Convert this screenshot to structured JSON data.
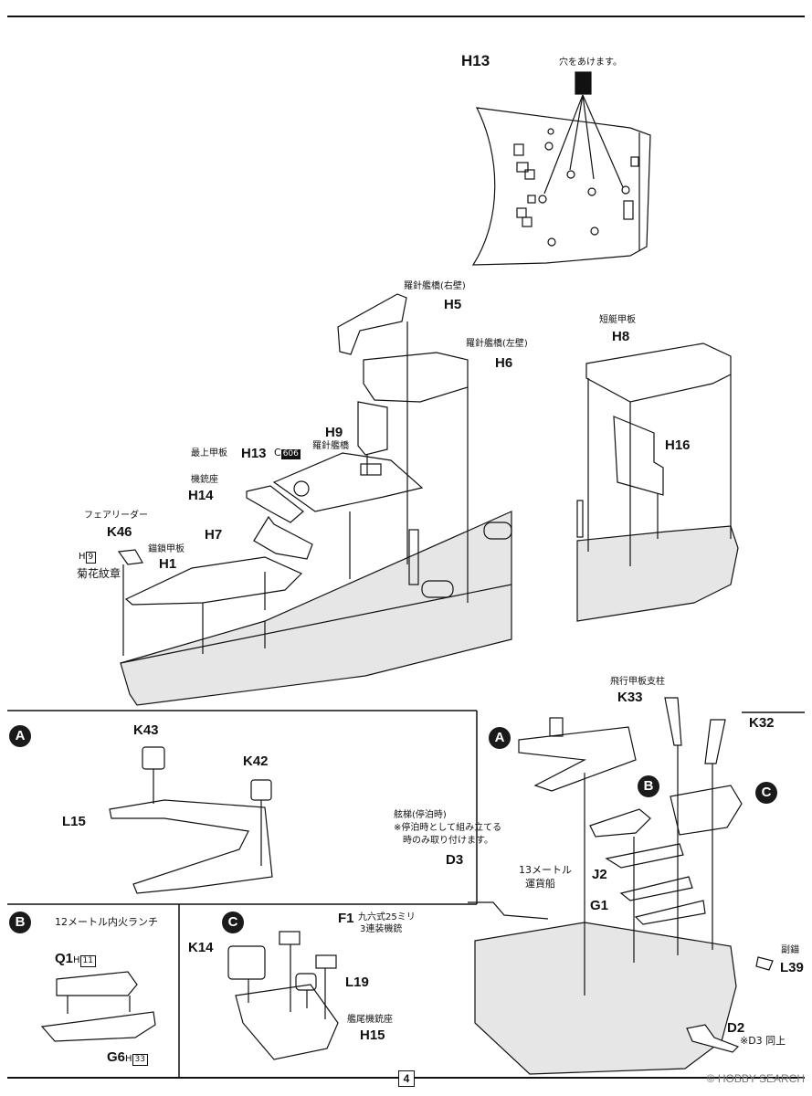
{
  "top_section": {
    "h13_title": "H13",
    "drill_note": "穴をあけます。",
    "h5": {
      "note": "羅針艦橋(右壁)",
      "part": "H5"
    },
    "h6": {
      "note": "羅針艦橋(左壁)",
      "part": "H6"
    },
    "h8": {
      "note": "短艇甲板",
      "part": "H8"
    },
    "h16": {
      "part": "H16"
    },
    "h9": {
      "part": "H9",
      "note": "羅針艦橋"
    },
    "h13": {
      "note": "最上甲板",
      "part": "H13",
      "ref_letter": "C",
      "ref_num": "606"
    },
    "h14": {
      "note": "機銃座",
      "part": "H14"
    },
    "h7": {
      "part": "H7"
    },
    "k46": {
      "note": "フェアリーダー",
      "part": "K46"
    },
    "h1": {
      "note": "錨鎖甲板",
      "part": "H1"
    },
    "chrysanthemum": {
      "ref_letter": "H",
      "ref_num": "9",
      "note": "菊花紋章"
    }
  },
  "panel_a": {
    "badge": "A",
    "k43": "K43",
    "k42": "K42",
    "l15": "L15"
  },
  "panel_b": {
    "badge": "B",
    "title": "12メートル内火ランチ",
    "q1": {
      "part": "Q1",
      "ref_letter": "H",
      "ref_num": "11"
    },
    "g6": {
      "part": "G6",
      "ref_letter": "H",
      "ref_num": "33"
    }
  },
  "panel_c": {
    "badge": "C",
    "f1": {
      "part": "F1",
      "note1": "九六式25ミリ",
      "note2": "3連装機銃"
    },
    "k14": "K14",
    "l19": "L19",
    "h15": {
      "note": "艦尾機銃座",
      "part": "H15"
    }
  },
  "right_section": {
    "badge_a": "A",
    "badge_b": "B",
    "badge_c": "C",
    "k33": {
      "note": "飛行甲板支柱",
      "part": "K33"
    },
    "k32": "K32",
    "d3": {
      "note1": "舷梯(停泊時)",
      "note2": "※停泊時として組み立てる",
      "note3": "時のみ取り付けます。",
      "part": "D3"
    },
    "boat": {
      "note1": "13メートル",
      "note2": "運貨船"
    },
    "j2": "J2",
    "g1": "G1",
    "l39": {
      "note": "副錨",
      "part": "L39"
    },
    "d2": {
      "part": "D2",
      "note": "※D3 同上"
    }
  },
  "footer": {
    "page_number": "4",
    "watermark": "© HOBBY SEARCH"
  }
}
